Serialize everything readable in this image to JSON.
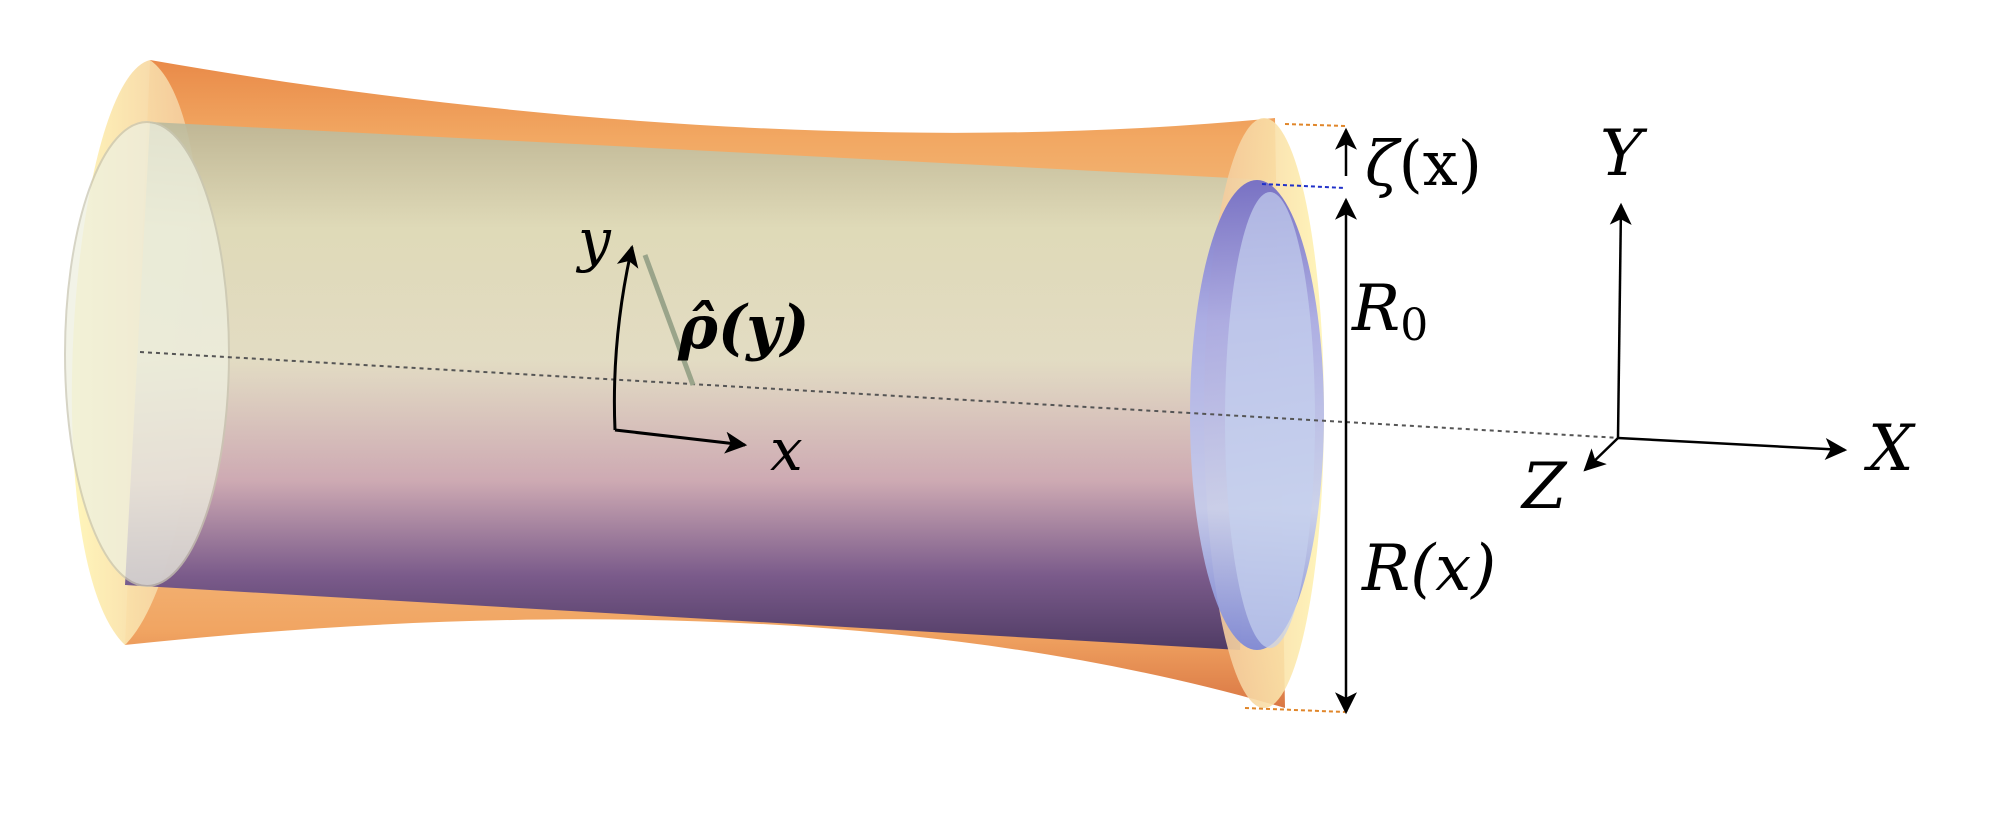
{
  "labels": {
    "zeta": "ζ",
    "zeta_arg": "(x)",
    "r0_main": "R",
    "r0_sub": "0",
    "rx": "R(x)",
    "rho": "ρ̂(y)",
    "local_y": "y",
    "local_x": "x",
    "global_x": "X",
    "global_y": "Y",
    "global_z": "Z"
  },
  "colors": {
    "outer_top": "#e07a3a",
    "outer_rim": "#fff3b0",
    "inner_top": "#c9cbaa",
    "inner_bottom": "#4b3a78",
    "inner_end": "#8f93e8",
    "zeta_guide": "#2030c8",
    "outer_guide": "#e0862a"
  }
}
